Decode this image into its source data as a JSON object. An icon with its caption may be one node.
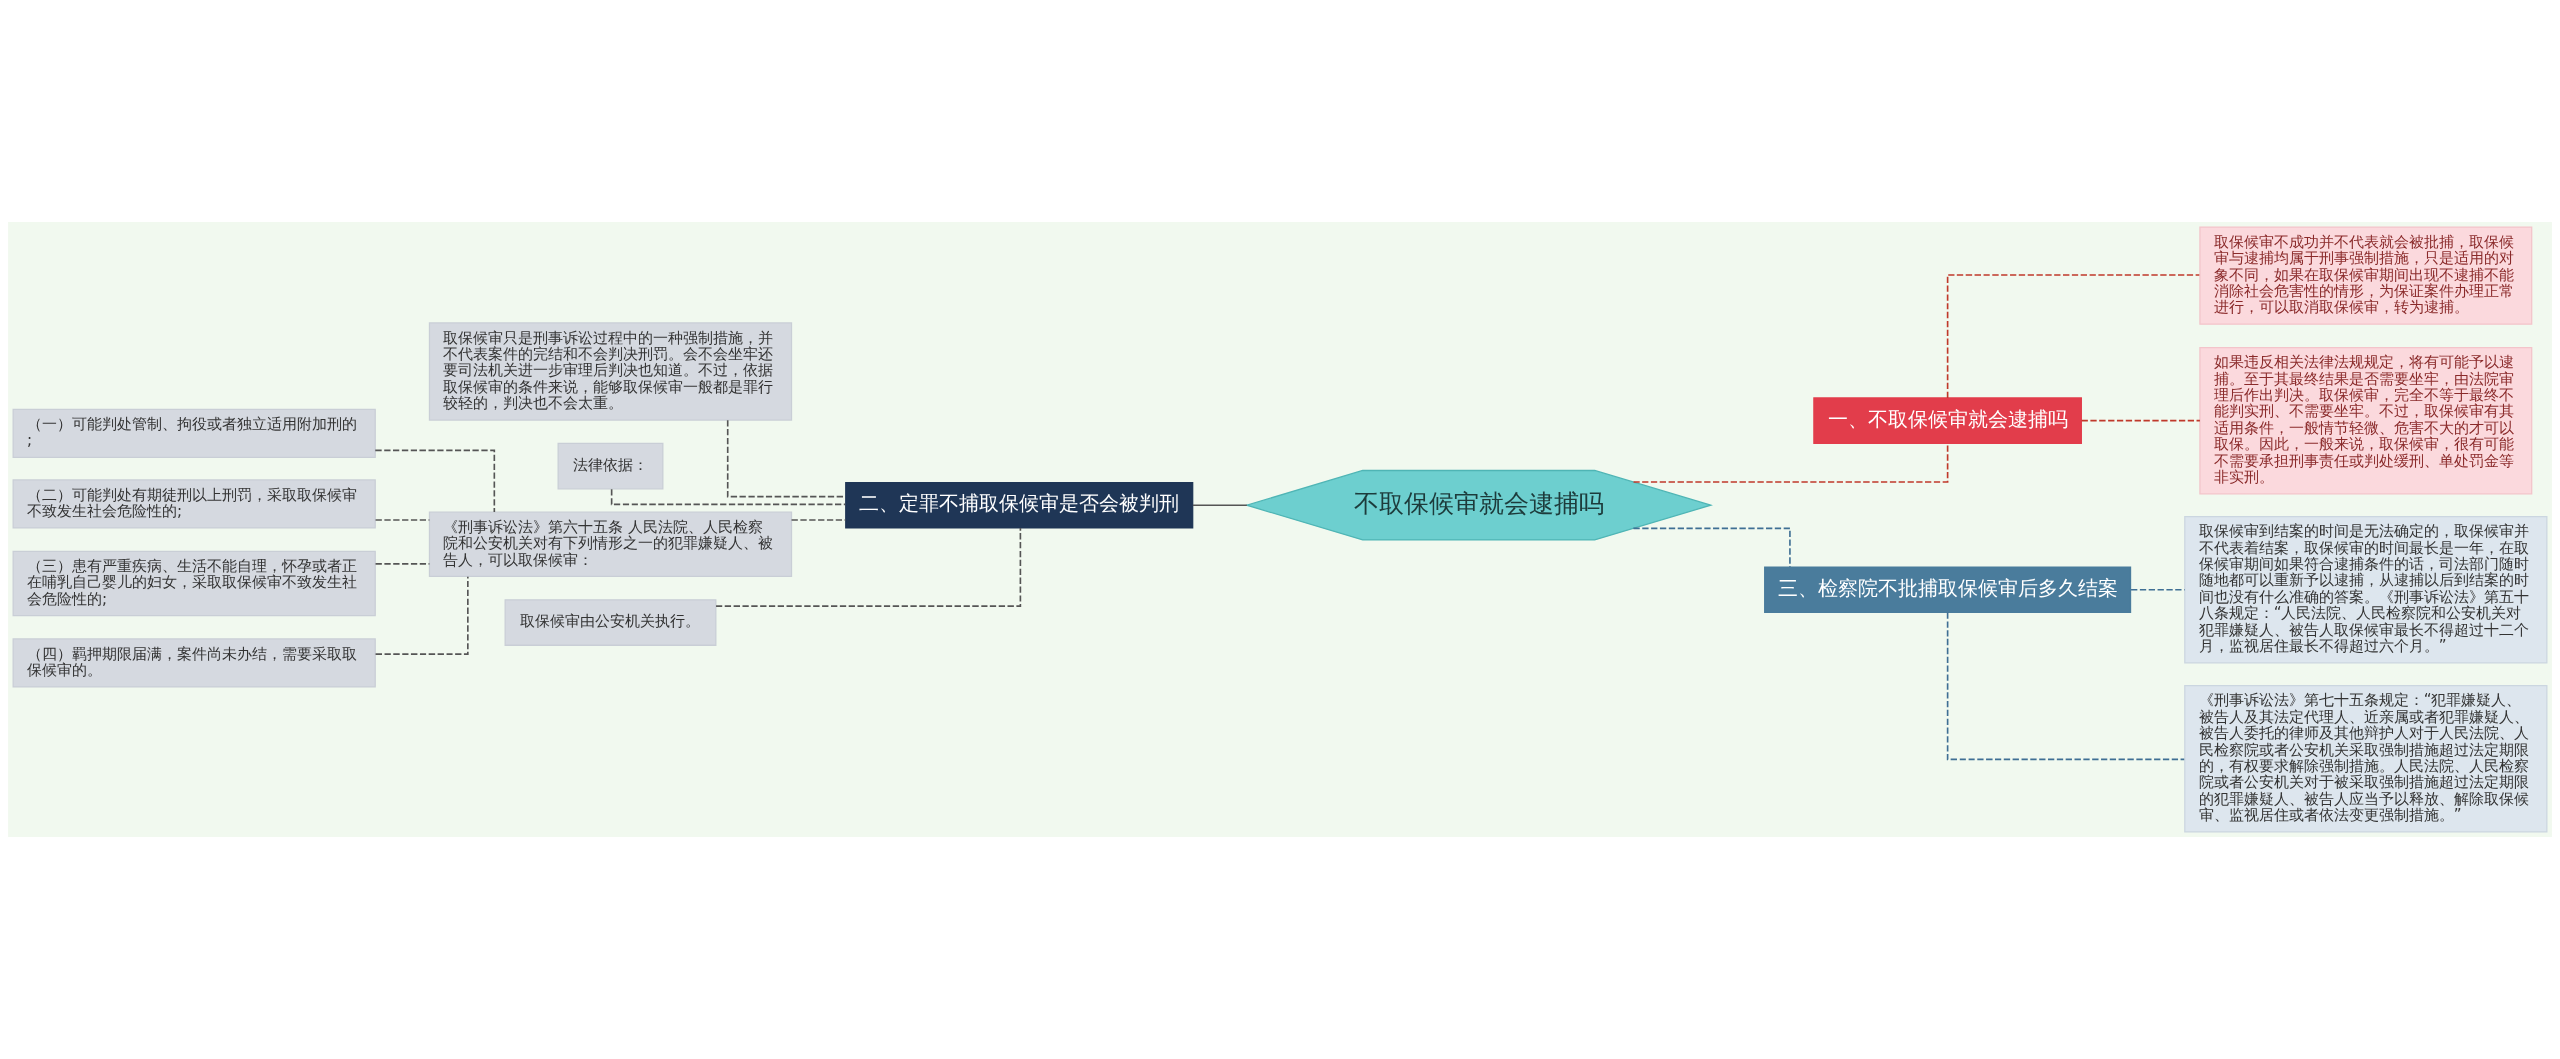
{
  "diagram": {
    "nodes": [
      {
        "text": [
          "不取保候审就会逮捕吗"
        ]
      },
      {
        "text": [
          "一、不取保候审就会逮捕吗"
        ]
      },
      {
        "text": [
          "取保候审不成功并不代表就会被批捕，取保候审与逮捕均属于刑事强制措施，只是适用的对象不同，如果在取保候审期间出现不逮捕不能消除社会危害性的情形，为保证案件办理正常进行，可以取消取保候审，转为逮捕。"
        ]
      },
      {
        "text": [
          "如果违反相关法律法规规定，将有可能予以逮捕。至于其最终结果是否需要坐牢，由法院审理后作出判决。取保候审，完全不等于最终不能判实刑、不需要坐牢。不过，取保候审有其适用条件，一般情节轻微、危害不大的才可以取保。因此，一般来说，取保候审，很有可能不需要承担刑事责任或判处缓刑、单处罚金等非实刑。"
        ]
      },
      {
        "text": [
          "二、定罪不捕取保候审是否会被判刑"
        ]
      },
      {
        "text": [
          "取保候审只是刑事诉讼过程中的一种强制措施，并不代表案件的完结和不会判决刑罚。会不会坐牢还要司法机关进一步审理后判决也知道。不过，依据取保候审的条件来说，能够取保候审一般都是罪行较轻的，判决也不会太重。"
        ]
      },
      {
        "text": [
          "法律依据："
        ]
      },
      {
        "text": [
          "《刑事诉讼法》第六十五条 人民法院、人民检察院和公安机关对有下列情形之一的犯罪嫌疑人、被告人，可以取保候审："
        ]
      },
      {
        "text": [
          "（一）可能判处管制、拘役或者独立适用附加刑的;"
        ]
      },
      {
        "text": [
          "（二）可能判处有期徒刑以上刑罚，采取取保候审不致发生社会危险性的;"
        ]
      },
      {
        "text": [
          "（三）患有严重疾病、生活不能自理，怀孕或者正在哺乳自己婴儿的妇女，采取取保候审不致发生社会危险性的;"
        ]
      },
      {
        "text": [
          "（四）羁押期限届满，案件尚未办结，需要采取取保候审的。"
        ]
      },
      {
        "text": [
          "取保候审由公安机关执行。"
        ]
      },
      {
        "text": [
          "三、检察院不批捕取保候审后多久结案"
        ]
      },
      {
        "text": [
          "取保候审到结案的时间是无法确定的，取保候审并不代表着结案，取保候审的时间最长是一年，在取保候审期间如果符合逮捕条件的话，司法部门随时随地都可以重新予以逮捕，从逮捕以后到结案的时间也没有什么准确的答案。《刑事诉讼法》第五十八条规定：“人民法院、人民检察院和公安机关对犯罪嫌疑人、被告人取保候审最长不得超过十二个月，监视居住最长不得超过六个月。”"
        ]
      },
      {
        "text": [
          "《刑事诉讼法》第七十五条规定：“犯罪嫌疑人、被告人及其法定代理人、近亲属或者犯罪嫌疑人、被告人委托的律师及其他辩护人对于人民法院、人民检察院或者公安机关采取强制措施超过法定期限的，有权要求解除强制措施。人民法院、人民检察院或者公安机关对于被采取强制措施超过法定期限的犯罪嫌疑人、被告人应当予以释放、解除取保候审、监视居住或者依法变更强制措施。”"
        ]
      }
    ],
    "edges": [
      {
        "from": 0,
        "to": 1,
        "arrow": "none",
        "style": "dashed",
        "color": "#c0392b"
      },
      {
        "from": 1,
        "to": 2,
        "arrow": "none",
        "style": "dashed",
        "color": "#c0392b"
      },
      {
        "from": 1,
        "to": 3,
        "arrow": "none",
        "style": "dashed",
        "color": "#c0392b"
      },
      {
        "from": 0,
        "to": 4,
        "arrow": "none"
      },
      {
        "from": 4,
        "to": 5,
        "arrow": "none",
        "style": "dashed"
      },
      {
        "from": 4,
        "to": 6,
        "arrow": "none",
        "style": "dashed"
      },
      {
        "from": 4,
        "to": 7,
        "arrow": "none",
        "style": "dashed"
      },
      {
        "from": 7,
        "to": 8,
        "arrow": "none",
        "style": "dashed"
      },
      {
        "from": 7,
        "to": 9,
        "arrow": "none",
        "style": "dashed"
      },
      {
        "from": 7,
        "to": 10,
        "arrow": "none",
        "style": "dashed"
      },
      {
        "from": 7,
        "to": 11,
        "arrow": "none",
        "style": "dashed"
      },
      {
        "from": 4,
        "to": 12,
        "arrow": "none",
        "style": "dashed"
      },
      {
        "from": 0,
        "to": 13,
        "arrow": "none",
        "style": "dashed",
        "color": "#3f6f94"
      },
      {
        "from": 13,
        "to": 14,
        "arrow": "none",
        "style": "dashed",
        "color": "#3f6f94"
      },
      {
        "from": 13,
        "to": 15,
        "arrow": "none",
        "style": "dashed",
        "color": "#3f6f94"
      }
    ]
  }
}
